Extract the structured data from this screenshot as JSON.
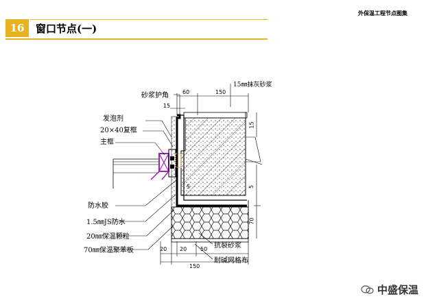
{
  "header": {
    "number": "16",
    "title": "窗口节点(一)",
    "document_title": "外保温工程节点图集"
  },
  "labels": {
    "mortar_corner": "砂浆护角",
    "plaster_15": "15㎜抹灰砂浆",
    "foam": "发泡剂",
    "subframe": "20×40复框",
    "main_frame": "主框",
    "sealant": "防水胶",
    "js_waterproof": "1.5㎜JS防水",
    "insulation_granule": "20㎜保温颗粒",
    "eps_board": "70㎜保温聚苯板",
    "anti_crack_mortar": "抗裂砂浆",
    "alkali_mesh": "耐碱网格布"
  },
  "dimensions": {
    "d60": "60",
    "d150_top": "150",
    "d15_top": "15",
    "d15_right": "15",
    "d5_inner": "5",
    "d5_right": "5",
    "d70_right": "70",
    "d20_a": "20",
    "d20_b": "20",
    "d50": "50",
    "d150_bottom": "150"
  },
  "watermark": {
    "text": "中盛保温",
    "icon": "wechat-icon"
  },
  "colors": {
    "accent": "#e6b21f",
    "frame": "#a020c0"
  }
}
